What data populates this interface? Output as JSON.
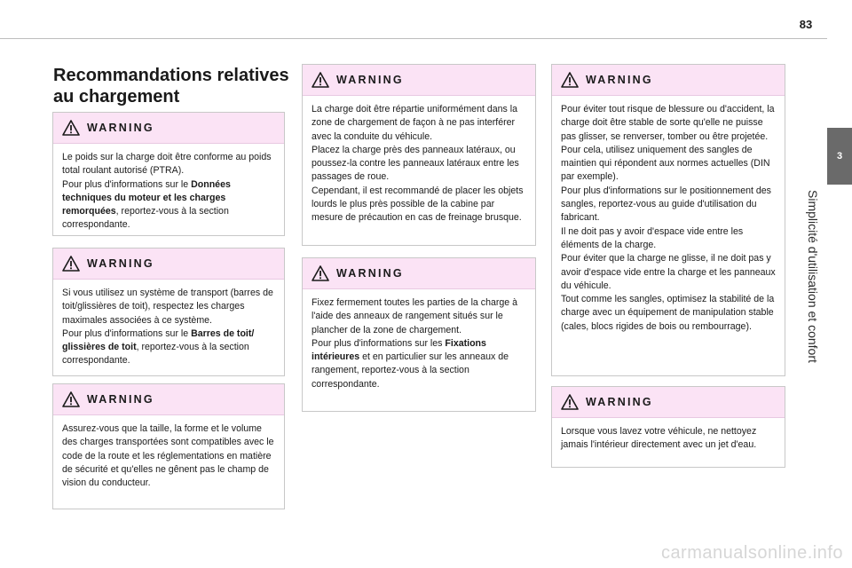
{
  "page_number": "83",
  "chapter": {
    "number": "3",
    "title": "Simplicité d'utilisation et confort"
  },
  "section_title": "Recommandations relatives au chargement",
  "warning_label": "WARNING",
  "warnings": [
    {
      "lines": [
        {
          "parts": [
            {
              "text": "Le poids sur la charge doit être conforme au poids total roulant autorisé (PTRA).",
              "bold": false
            }
          ]
        },
        {
          "parts": [
            {
              "text": "Pour plus d'informations sur le ",
              "bold": false
            },
            {
              "text": "Données techniques du moteur et les charges remorquées",
              "bold": true
            },
            {
              "text": ", reportez-vous à la section correspondante.",
              "bold": false
            }
          ]
        }
      ]
    },
    {
      "lines": [
        {
          "parts": [
            {
              "text": "Si vous utilisez un système de transport (barres de toit/glissières de toit), respectez les charges maximales associées à ce système.",
              "bold": false
            }
          ]
        },
        {
          "parts": [
            {
              "text": "Pour plus d'informations sur le ",
              "bold": false
            },
            {
              "text": "Barres de toit/ glissières de toit",
              "bold": true
            },
            {
              "text": ", reportez-vous à la section correspondante.",
              "bold": false
            }
          ]
        }
      ]
    },
    {
      "lines": [
        {
          "parts": [
            {
              "text": "Assurez-vous que la taille, la forme et le volume des charges transportées sont compatibles avec le code de la route et les réglementations en matière de sécurité et qu'elles ne gênent pas le champ de vision du conducteur.",
              "bold": false
            }
          ]
        }
      ]
    },
    {
      "lines": [
        {
          "parts": [
            {
              "text": "La charge doit être répartie uniformément dans la zone de chargement de façon à ne pas interférer avec la conduite du véhicule.",
              "bold": false
            }
          ]
        },
        {
          "parts": [
            {
              "text": "Placez la charge près des panneaux latéraux, ou poussez-la contre les panneaux latéraux entre les passages de roue.",
              "bold": false
            }
          ]
        },
        {
          "parts": [
            {
              "text": "Cependant, il est recommandé de placer les objets lourds le plus près possible de la cabine par mesure de précaution en cas de freinage brusque.",
              "bold": false
            }
          ]
        }
      ]
    },
    {
      "lines": [
        {
          "parts": [
            {
              "text": "Fixez fermement toutes les parties de la charge à l'aide des anneaux de rangement situés sur le plancher de la zone de chargement.",
              "bold": false
            }
          ]
        },
        {
          "parts": [
            {
              "text": "Pour plus d'informations sur les ",
              "bold": false
            },
            {
              "text": "Fixations intérieures",
              "bold": true
            },
            {
              "text": " et en particulier sur les anneaux de rangement, reportez-vous à la section correspondante.",
              "bold": false
            }
          ]
        }
      ]
    },
    {
      "lines": [
        {
          "parts": [
            {
              "text": "Pour éviter tout risque de blessure ou d'accident, la charge doit être stable de sorte qu'elle ne puisse pas glisser, se renverser, tomber ou être projetée. Pour cela, utilisez uniquement des sangles de maintien qui répondent aux normes actuelles (DIN par exemple).",
              "bold": false
            }
          ]
        },
        {
          "parts": [
            {
              "text": "Pour plus d'informations sur le positionnement des sangles, reportez-vous au guide d'utilisation du fabricant.",
              "bold": false
            }
          ]
        },
        {
          "parts": [
            {
              "text": "Il ne doit pas y avoir d'espace vide entre les éléments de la charge.",
              "bold": false
            }
          ]
        },
        {
          "parts": [
            {
              "text": "Pour éviter que la charge ne glisse, il ne doit pas y avoir d'espace vide entre la charge et les panneaux du véhicule.",
              "bold": false
            }
          ]
        },
        {
          "parts": [
            {
              "text": "Tout comme les sangles, optimisez la stabilité de la charge avec un équipement de manipulation stable (cales, blocs rigides de bois ou rembourrage).",
              "bold": false
            }
          ]
        }
      ]
    },
    {
      "lines": [
        {
          "parts": [
            {
              "text": "Lorsque vous lavez votre véhicule, ne nettoyez jamais l'intérieur directement avec un jet d'eau.",
              "bold": false
            }
          ]
        }
      ]
    }
  ],
  "watermark": "carmanualsonline.info",
  "colors": {
    "header_bg": "#fbe3f5",
    "tab_bg": "#6a6a6a",
    "card_border": "#c8c8c8"
  },
  "icon": "warning-triangle-icon"
}
